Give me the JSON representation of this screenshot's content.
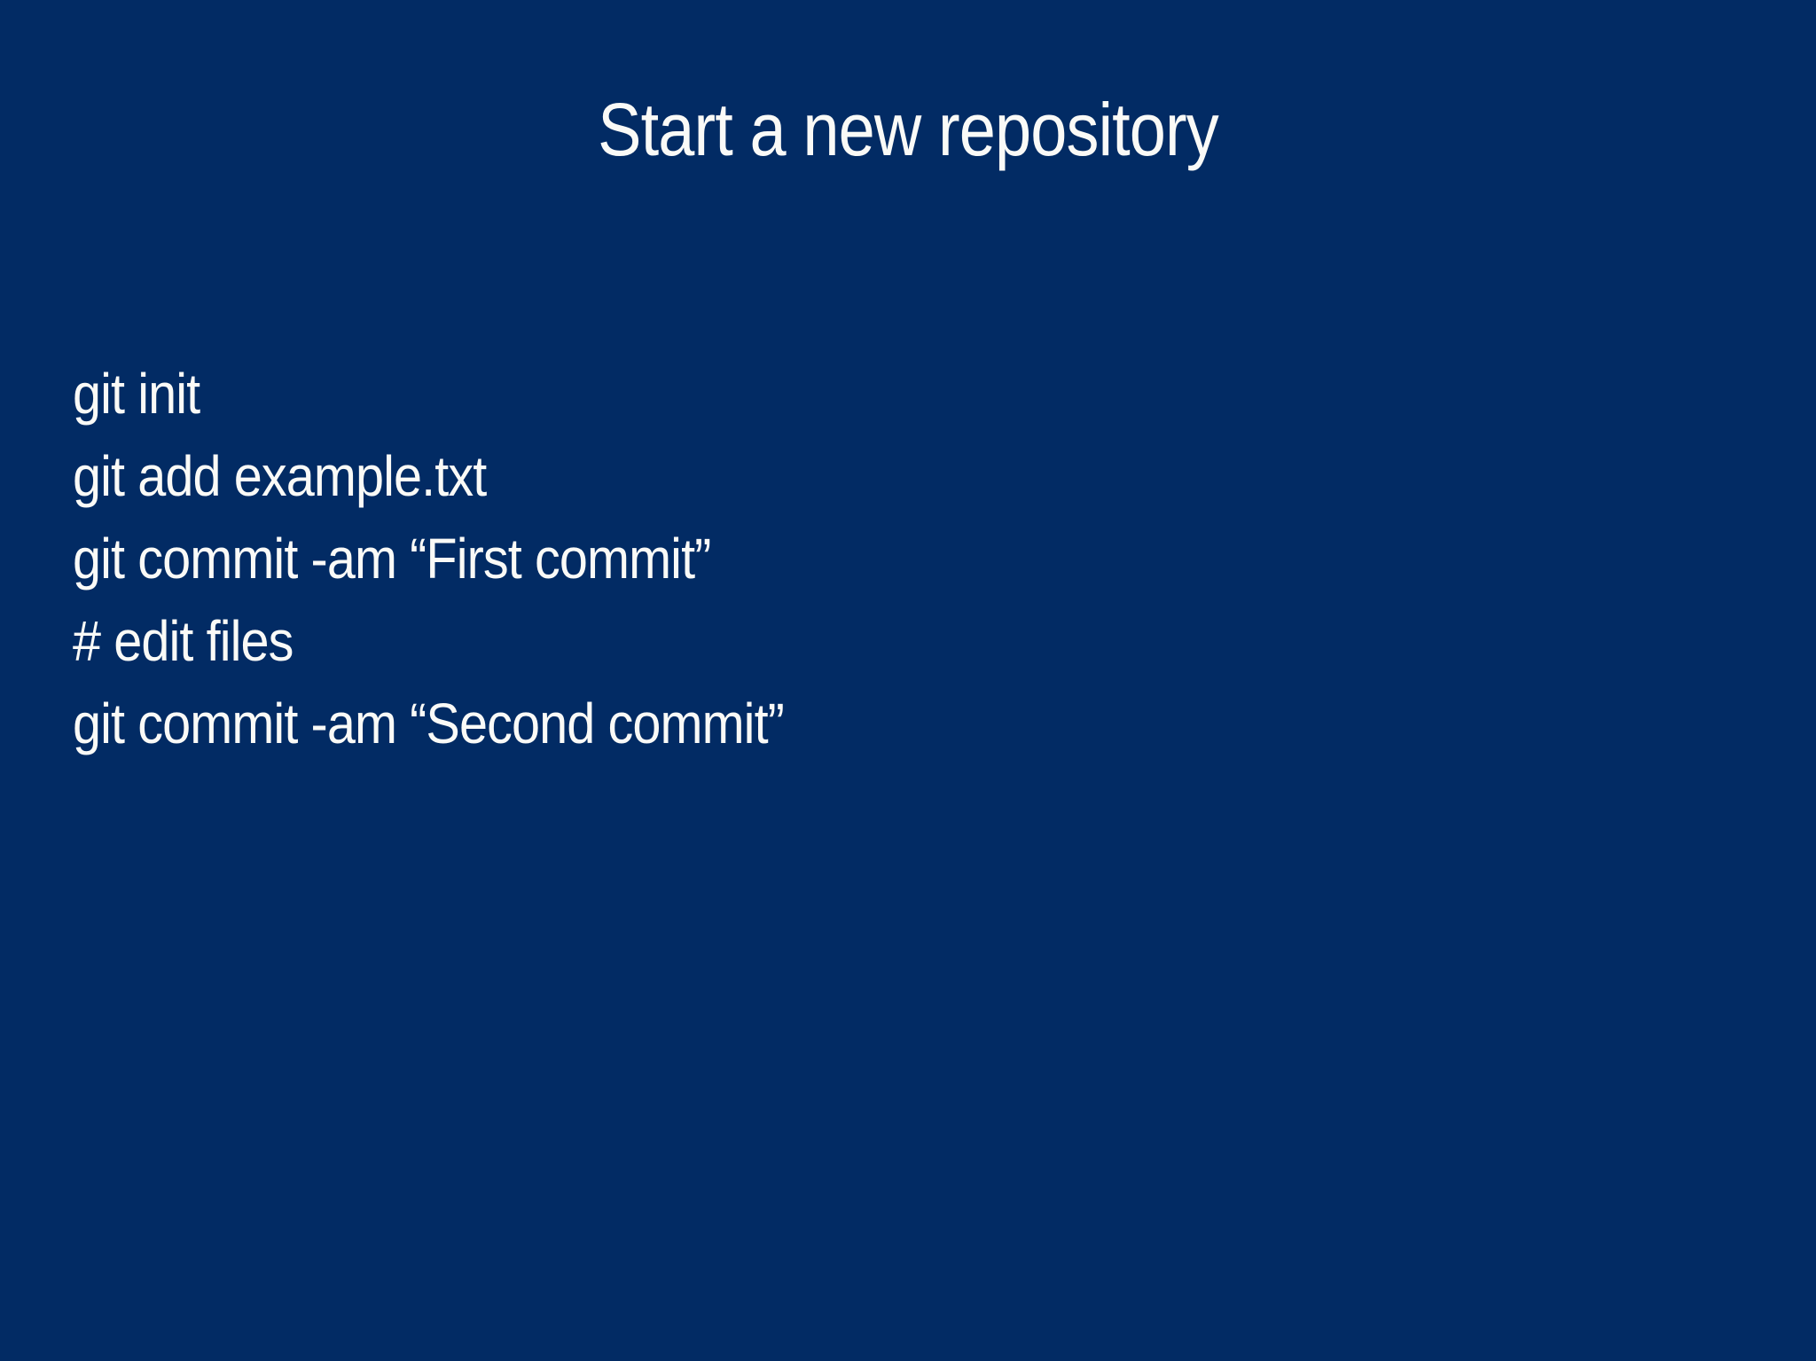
{
  "slide": {
    "title": "Start a new repository",
    "code_lines": {
      "line1": "git init",
      "line2": "git add example.txt",
      "line3": "git commit -am “First commit”",
      "line4": "# edit files",
      "line5": "git commit -am “Second commit”"
    },
    "colors": {
      "background": "#022B64",
      "text": "#FAFAF7"
    }
  }
}
